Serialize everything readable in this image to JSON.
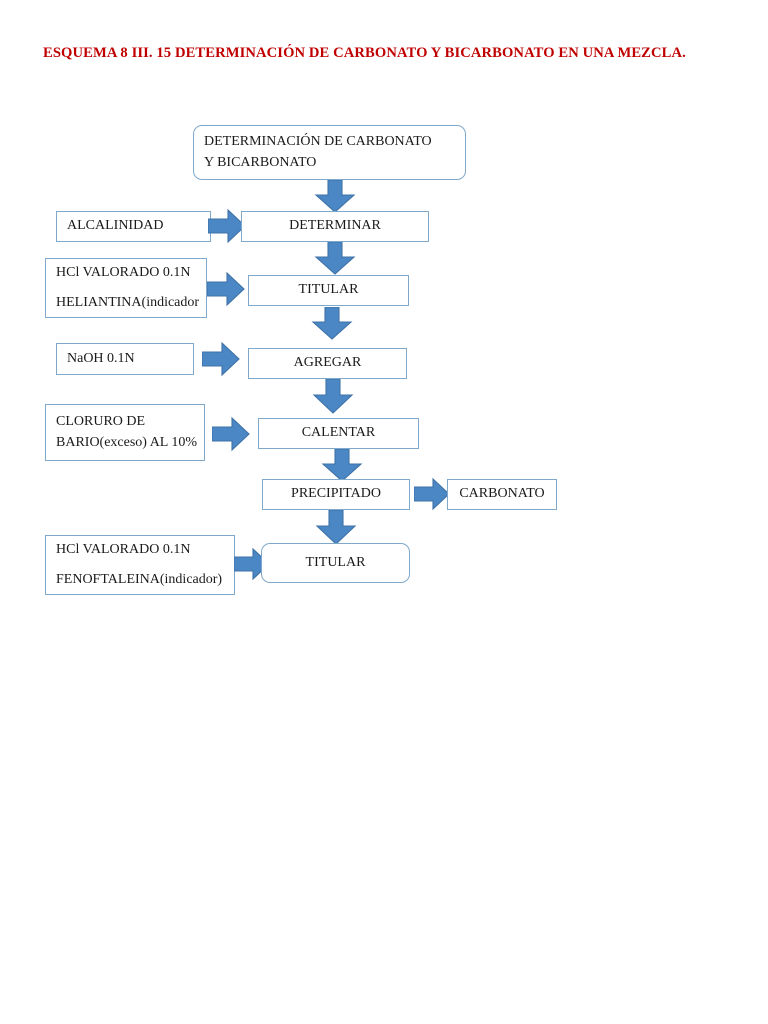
{
  "document": {
    "title": "ESQUEMA 8 III. 15 DETERMINACIÓN DE CARBONATO Y BICARBONATO EN UNA MEZCLA.",
    "title_color": "#C00000",
    "background": "#FFFFFF"
  },
  "theme": {
    "box_border": "#7FA9CC",
    "arrow_fill": "#4A87C4",
    "arrow_stroke": "#3F72A8",
    "text_color": "#1A1A1A"
  },
  "chart_data": {
    "type": "diagram",
    "title": "ESQUEMA 8 III. 15 DETERMINACIÓN DE CARBONATO Y BICARBONATO EN UNA MEZCLA.",
    "nodes": [
      {
        "id": "start",
        "label": "DETERMINACIÓN DE CARBONATO Y BICARBONATO",
        "shape": "rounded-rect"
      },
      {
        "id": "alcalinidad",
        "label": "ALCALINIDAD",
        "shape": "rect"
      },
      {
        "id": "determinar",
        "label": "DETERMINAR",
        "shape": "rect"
      },
      {
        "id": "hcl1",
        "label": "HCl VALORADO 0.1N / HELIANTINA(indicador",
        "shape": "rect"
      },
      {
        "id": "titular1",
        "label": "TITULAR",
        "shape": "rect"
      },
      {
        "id": "naoh",
        "label": "NaOH 0.1N",
        "shape": "rect"
      },
      {
        "id": "agregar",
        "label": "AGREGAR",
        "shape": "rect"
      },
      {
        "id": "bacl2",
        "label": "CLORURO DE BARIO(exceso) AL 10%",
        "shape": "rect"
      },
      {
        "id": "calentar",
        "label": "CALENTAR",
        "shape": "rect"
      },
      {
        "id": "precipitado",
        "label": "PRECIPITADO",
        "shape": "rect"
      },
      {
        "id": "carbonato",
        "label": "CARBONATO",
        "shape": "rect"
      },
      {
        "id": "hcl2",
        "label": "HCl VALORADO 0.1N / FENOFTALEINA(indicador)",
        "shape": "rect"
      },
      {
        "id": "titular2",
        "label": "TITULAR",
        "shape": "rounded-rect"
      }
    ],
    "edges": [
      {
        "from": "start",
        "to": "determinar",
        "direction": "down"
      },
      {
        "from": "alcalinidad",
        "to": "determinar",
        "direction": "right"
      },
      {
        "from": "determinar",
        "to": "titular1",
        "direction": "down"
      },
      {
        "from": "hcl1",
        "to": "titular1",
        "direction": "right"
      },
      {
        "from": "titular1",
        "to": "agregar",
        "direction": "down"
      },
      {
        "from": "naoh",
        "to": "agregar",
        "direction": "right"
      },
      {
        "from": "agregar",
        "to": "calentar",
        "direction": "down"
      },
      {
        "from": "bacl2",
        "to": "calentar",
        "direction": "right"
      },
      {
        "from": "calentar",
        "to": "precipitado",
        "direction": "down"
      },
      {
        "from": "precipitado",
        "to": "carbonato",
        "direction": "right"
      },
      {
        "from": "precipitado",
        "to": "titular2",
        "direction": "down"
      },
      {
        "from": "hcl2",
        "to": "titular2",
        "direction": "right"
      }
    ]
  },
  "nodes": {
    "start": {
      "line1": "DETERMINACIÓN DE CARBONATO",
      "line2": "Y BICARBONATO"
    },
    "alcalinidad": {
      "label": "ALCALINIDAD"
    },
    "determinar": {
      "label": "DETERMINAR"
    },
    "hcl_heliantina": {
      "line1": "HCl VALORADO 0.1N",
      "line2": "HELIANTINA(indicador"
    },
    "titular1": {
      "label": "TITULAR"
    },
    "naoh": {
      "label": "NaOH 0.1N"
    },
    "agregar": {
      "label": "AGREGAR"
    },
    "cloruro_bario": {
      "line1": "CLORURO DE",
      "line2": "BARIO(exceso) AL 10%"
    },
    "calentar": {
      "label": "CALENTAR"
    },
    "precipitado": {
      "label": "PRECIPITADO"
    },
    "carbonato": {
      "label": "CARBONATO"
    },
    "hcl_fenoftaleina": {
      "line1": "HCl VALORADO 0.1N",
      "line2": "FENOFTALEINA(indicador)"
    },
    "titular2": {
      "label": "TITULAR"
    }
  }
}
